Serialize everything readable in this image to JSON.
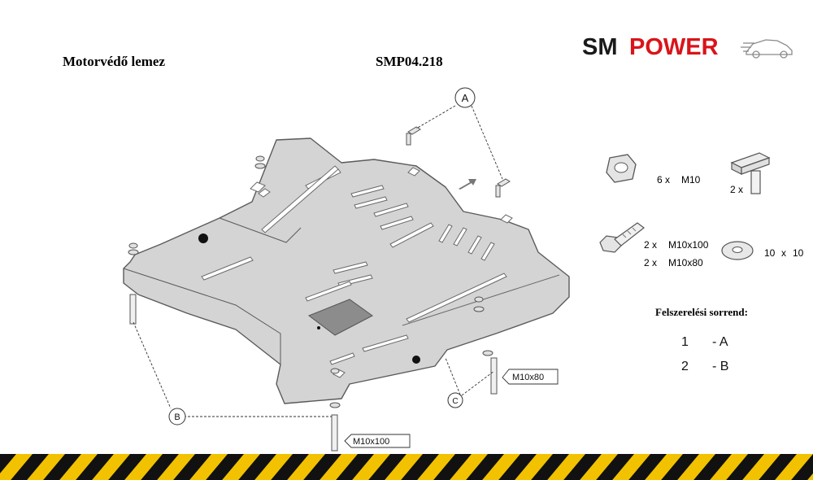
{
  "document": {
    "title": "Motorvédő lemez",
    "code": "SMP04.218"
  },
  "logo": {
    "part1": "SM",
    "part2": "POWER",
    "part1_color": "#1a1a1a",
    "part2_color": "#d9141a"
  },
  "drawing": {
    "callout_a": "A",
    "callout_b": "B",
    "callout_c": "C",
    "bolt_label_1": "M10x80",
    "bolt_label_2": "M10x100"
  },
  "hardware": {
    "nut": {
      "qty": "6 x",
      "size": "M10"
    },
    "tbolt": {
      "qty": "2 x"
    },
    "bolt_1": {
      "qty": "2 x",
      "size": "M10x100"
    },
    "bolt_2": {
      "qty": "2 x",
      "size": "M10x80"
    },
    "washer": {
      "qty": "10",
      "x": "x",
      "size": "10"
    }
  },
  "install_order": {
    "title": "Felszerelési sorrend:",
    "steps": [
      {
        "num": "1",
        "label": "- A"
      },
      {
        "num": "2",
        "label": "- B"
      }
    ]
  },
  "colors": {
    "plate_fill": "#d4d4d4",
    "plate_stroke": "#5a5a5a",
    "hazard_yellow": "#f2c200",
    "hazard_black": "#111111"
  }
}
